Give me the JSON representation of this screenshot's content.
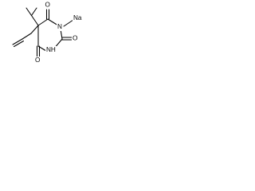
{
  "molecule": {
    "atoms": {
      "carbonyl_oxygen_top": "O",
      "ring_nitrogen_sodium": "N",
      "sodium": "Na",
      "carbonyl_oxygen_right": "O",
      "ring_nitrogen_h": "NH",
      "carbonyl_oxygen_bottom": "O"
    }
  }
}
